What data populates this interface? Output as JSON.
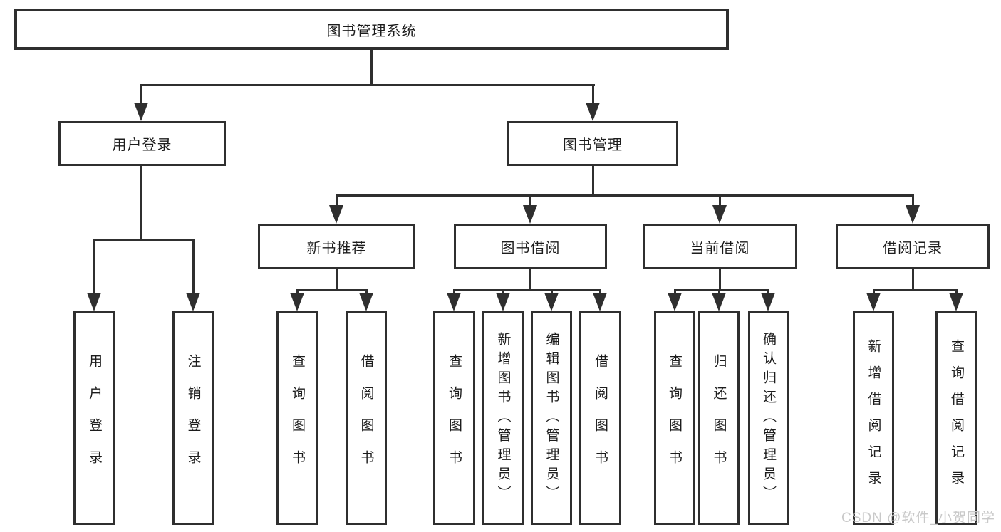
{
  "diagram": {
    "root": {
      "label": "图书管理系统"
    },
    "level2": [
      {
        "label": "用户登录"
      },
      {
        "label": "图书管理"
      }
    ],
    "level3": [
      {
        "label": "新书推荐"
      },
      {
        "label": "图书借阅"
      },
      {
        "label": "当前借阅"
      },
      {
        "label": "借阅记录"
      }
    ],
    "leaves": {
      "login": [
        "用户登录",
        "注销登录"
      ],
      "newbook": [
        "查询图书",
        "借阅图书"
      ],
      "borrow": [
        "查询图书",
        "新增图书（管理员）",
        "编辑图书（管理员）",
        "借阅图书"
      ],
      "current": [
        "查询图书",
        "归还图书",
        "确认归还（管理员）"
      ],
      "records": [
        "新增借阅记录",
        "查询借阅记录"
      ]
    }
  },
  "watermark": "CSDN @软件_小贺同学",
  "colors": {
    "line": "#2f2f2f",
    "text": "#1c1c1c",
    "watermark": "#c9c9c9"
  }
}
